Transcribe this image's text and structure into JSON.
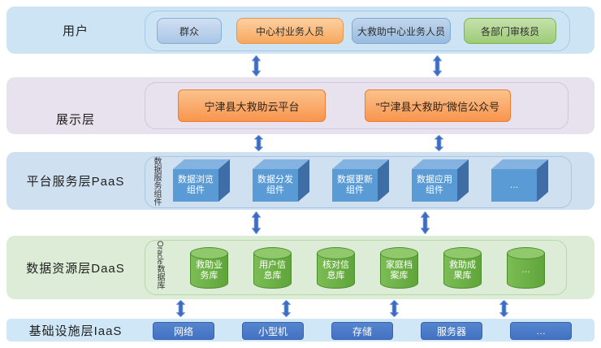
{
  "layers": {
    "users": {
      "name": "用户",
      "items": [
        "群众",
        "中心村业务人员",
        "大救助中心业务人员",
        "各部门审核员"
      ]
    },
    "presentation": {
      "name": "展示层",
      "items": [
        "宁津县大救助云平台",
        "\"宁津县大救助\"微信公众号"
      ]
    },
    "paas": {
      "name": "平台服务层PaaS",
      "group_label": "数据服务组件",
      "items": [
        "数据浏览组件",
        "数据分发组件",
        "数据更新组件",
        "数据应用组件",
        "…"
      ]
    },
    "daas": {
      "name": "数据资源层DaaS",
      "group_label": "Oracle数据库",
      "items": [
        "救助业务库",
        "用户信息库",
        "核对信息库",
        "家庭档案库",
        "救助成果库",
        "…"
      ]
    },
    "iaas": {
      "name": "基础设施层IaaS",
      "items": [
        "网络",
        "小型机",
        "存储",
        "服务器",
        "…"
      ]
    }
  },
  "colors": {
    "users_layer_bg": "#cde4f5",
    "presentation_layer_bg": "#e7e2ee",
    "paas_layer_bg": "#cfe0f0",
    "daas_layer_bg": "#ddecd7",
    "iaas_layer_bg": "#d0e7f8",
    "chip_blue": "#a9c6e6",
    "chip_orange": "#f8a85e",
    "chip_green": "#9ecb77",
    "platform_button_orange": "#f8954e",
    "cube_front_blue": "#5b9bd5",
    "cylinder_green": "#69b045",
    "iaas_button_blue": "#4472c4",
    "arrow_blue": "#3d6cc3"
  }
}
